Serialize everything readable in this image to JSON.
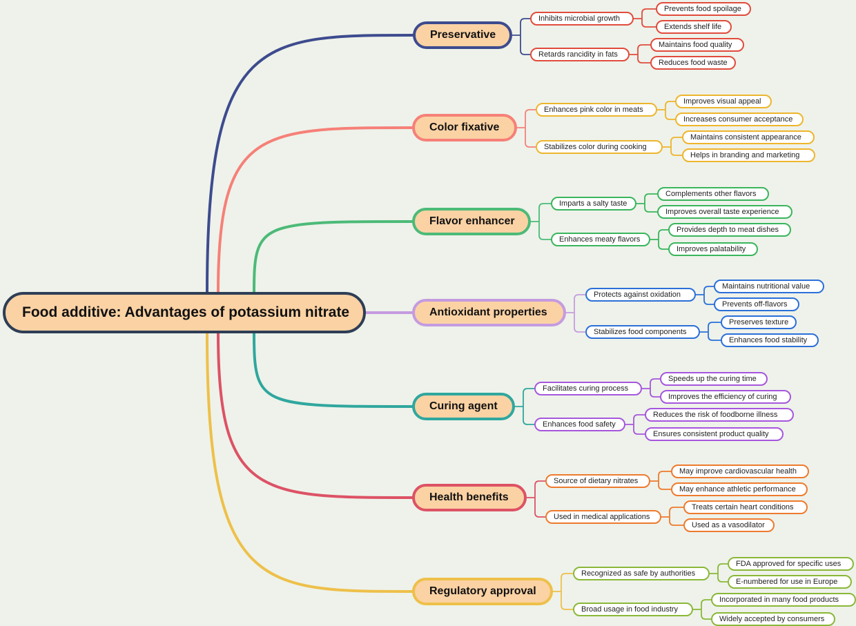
{
  "root": {
    "label": "Food additive: Advantages of potassium nitrate"
  },
  "branches": [
    {
      "label": "Preservative",
      "color": "#3d4b8e",
      "childColor": "#e04b3c",
      "children": [
        {
          "label": "Inhibits microbial growth",
          "leaves": [
            "Prevents food spoilage",
            "Extends shelf life"
          ]
        },
        {
          "label": "Retards rancidity in fats",
          "leaves": [
            "Maintains food quality",
            "Reduces food waste"
          ]
        }
      ]
    },
    {
      "label": "Color fixative",
      "color": "#f68078",
      "childColor": "#eeb52c",
      "children": [
        {
          "label": "Enhances pink color in meats",
          "leaves": [
            "Improves visual appeal",
            "Increases consumer acceptance"
          ]
        },
        {
          "label": "Stabilizes color during cooking",
          "leaves": [
            "Maintains consistent appearance",
            "Helps in branding and marketing"
          ]
        }
      ]
    },
    {
      "label": "Flavor enhancer",
      "color": "#4cba78",
      "childColor": "#3ab55c",
      "children": [
        {
          "label": "Imparts a salty taste",
          "leaves": [
            "Complements other flavors",
            "Improves overall taste experience"
          ]
        },
        {
          "label": "Enhances meaty flavors",
          "leaves": [
            "Provides depth to meat dishes",
            "Improves palatability"
          ]
        }
      ]
    },
    {
      "label": "Antioxidant properties",
      "color": "#c59be0",
      "childColor": "#2b6fd9",
      "children": [
        {
          "label": "Protects against oxidation",
          "leaves": [
            "Maintains nutritional value",
            "Prevents off-flavors"
          ]
        },
        {
          "label": "Stabilizes food components",
          "leaves": [
            "Preserves texture",
            "Enhances food stability"
          ]
        }
      ]
    },
    {
      "label": "Curing agent",
      "color": "#2fa79e",
      "childColor": "#a656dd",
      "children": [
        {
          "label": "Facilitates curing process",
          "leaves": [
            "Speeds up the curing time",
            "Improves the efficiency of curing"
          ]
        },
        {
          "label": "Enhances food safety",
          "leaves": [
            "Reduces the risk of foodborne illness",
            "Ensures consistent product quality"
          ]
        }
      ]
    },
    {
      "label": "Health benefits",
      "color": "#dd5265",
      "childColor": "#ee7a2e",
      "children": [
        {
          "label": "Source of dietary nitrates",
          "leaves": [
            "May improve cardiovascular health",
            "May enhance athletic performance"
          ]
        },
        {
          "label": "Used in medical applications",
          "leaves": [
            "Treats certain heart conditions",
            "Used as a vasodilator"
          ]
        }
      ]
    },
    {
      "label": "Regulatory approval",
      "color": "#eec04a",
      "childColor": "#8ab838",
      "children": [
        {
          "label": "Recognized as safe by authorities",
          "leaves": [
            "FDA approved for specific uses",
            "E-numbered for use in Europe"
          ]
        },
        {
          "label": "Broad usage in food industry",
          "leaves": [
            "Incorporated in many food products",
            "Widely accepted by consumers"
          ]
        }
      ]
    }
  ]
}
